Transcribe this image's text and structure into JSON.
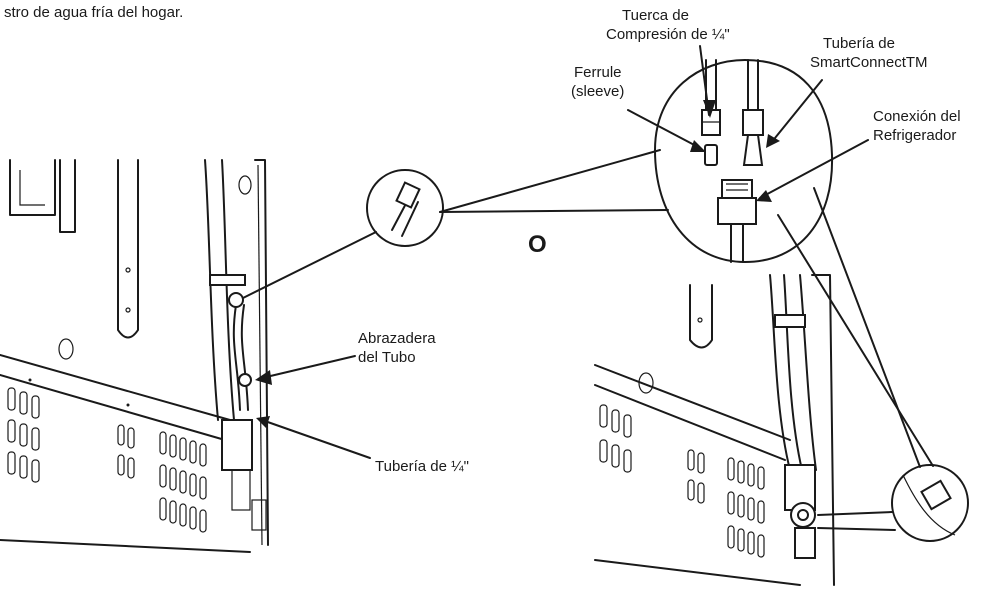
{
  "header_text": "stro de agua fría del hogar.",
  "separator": "O",
  "labels": {
    "nut_line1": "Tuerca de",
    "nut_line2": "Compresión de ¼\"",
    "tubing_line1": "Tubería de",
    "tubing_line2": "SmartConnectTM",
    "ferrule_line1": "Ferrule",
    "ferrule_line2": "(sleeve)",
    "fridge_line1": "Conexión del",
    "fridge_line2": "Refrigerador",
    "clamp_line1": "Abrazadera",
    "clamp_line2": "del Tubo",
    "quarter_tubing": "Tubería de ¼\""
  }
}
